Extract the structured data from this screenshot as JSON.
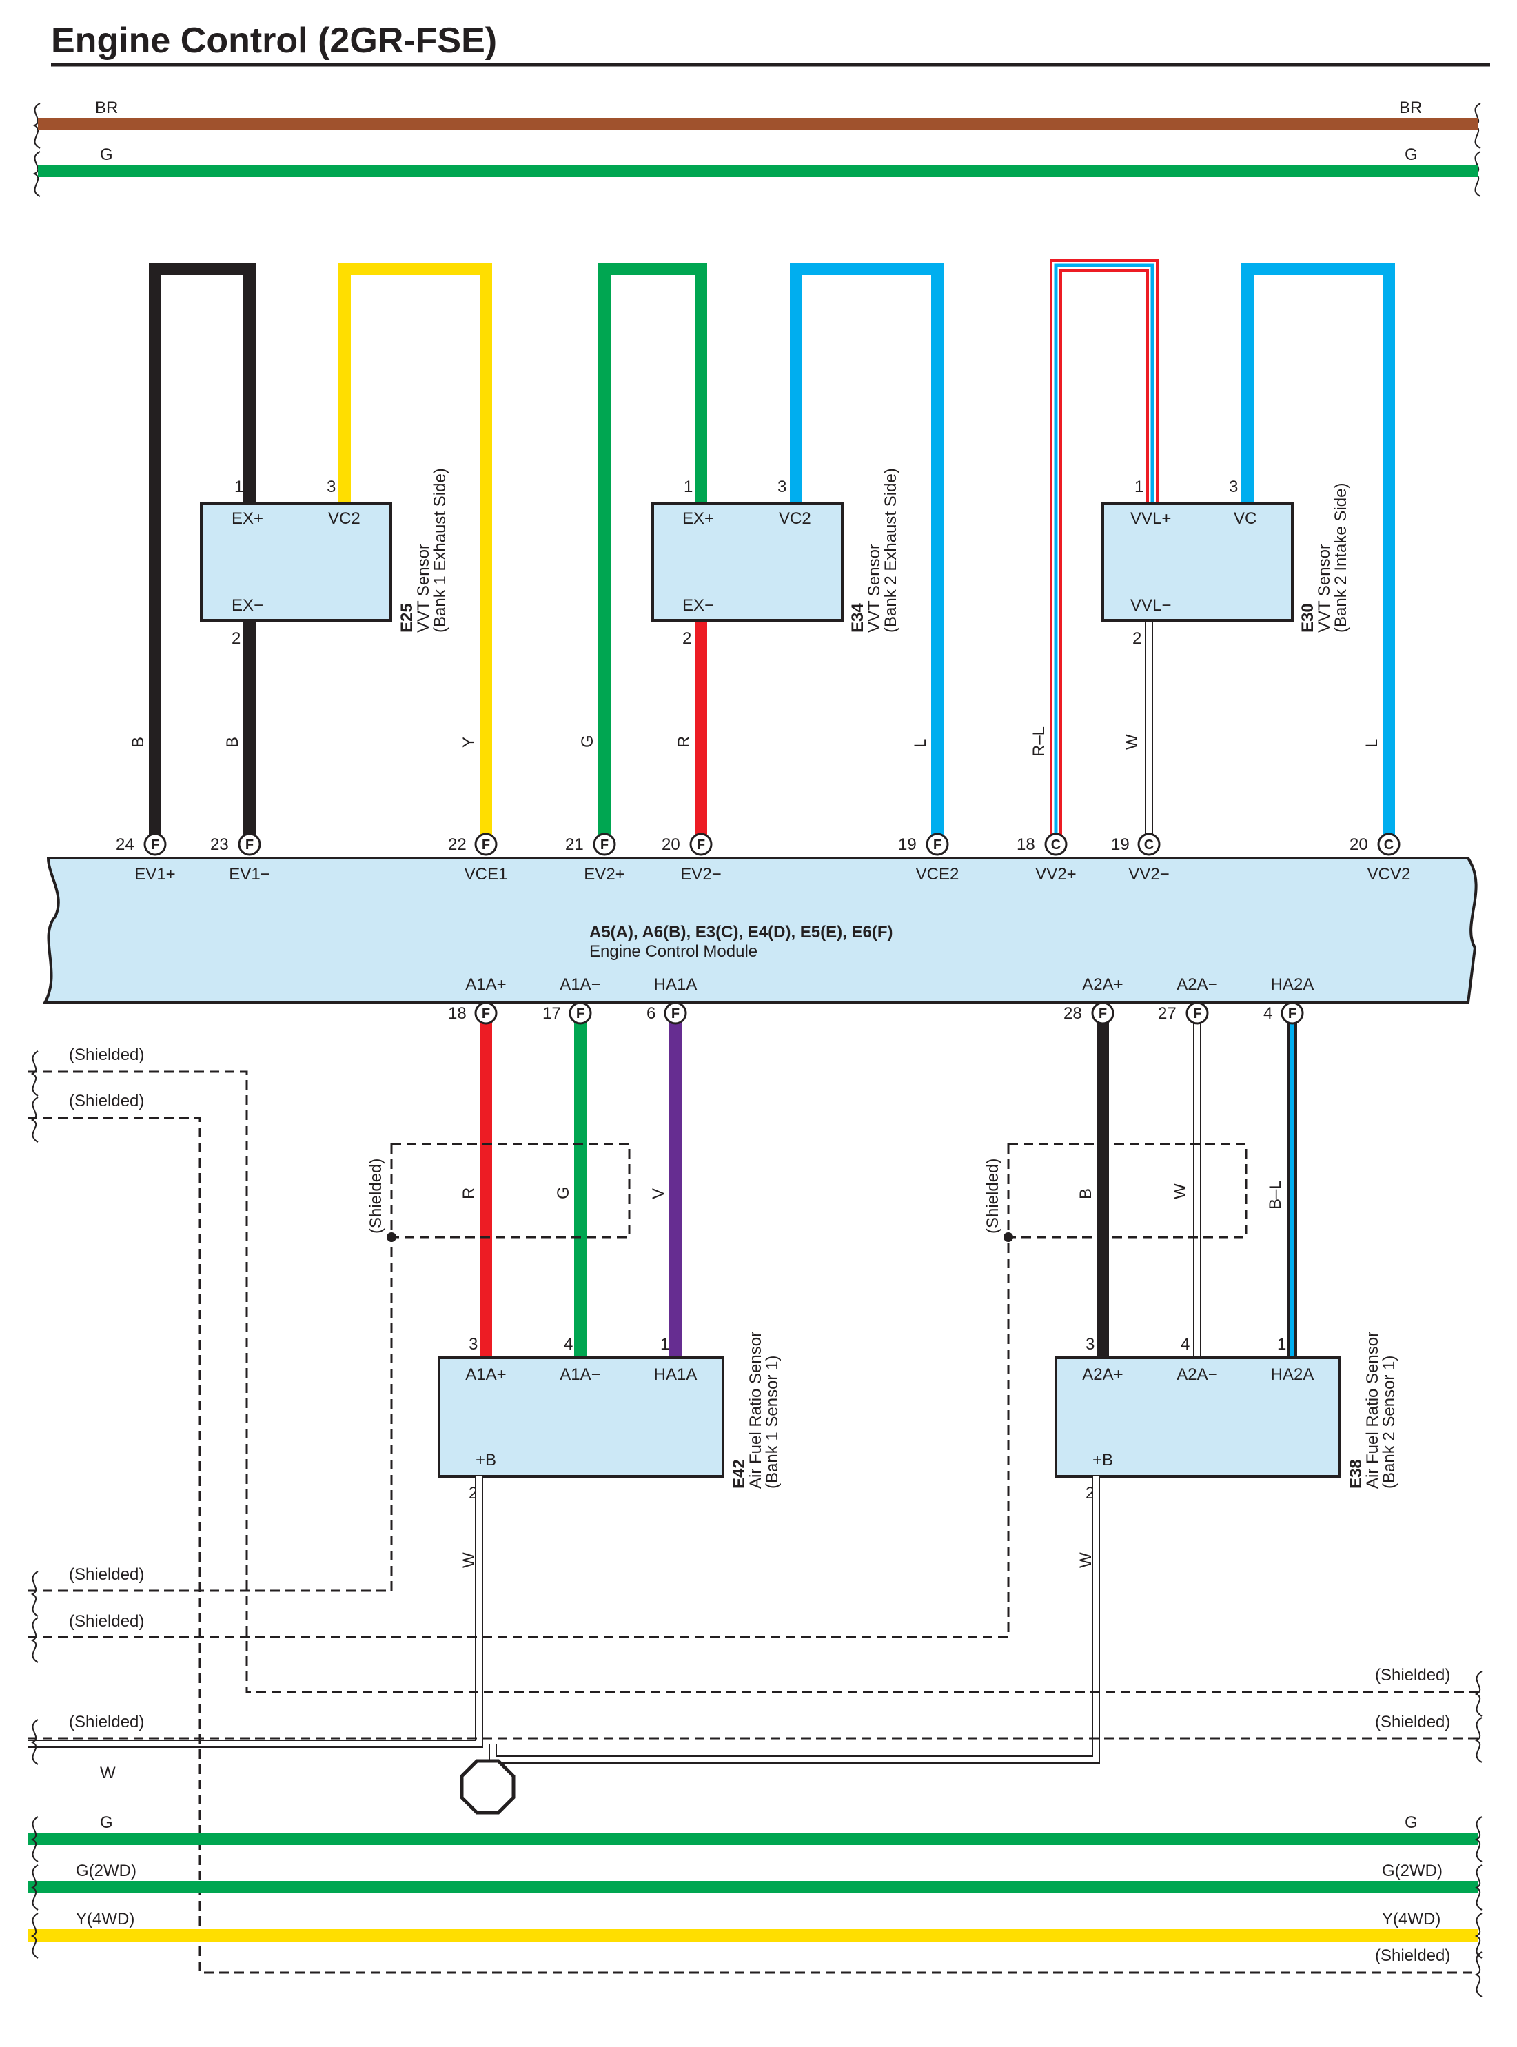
{
  "title": "Engine Control (2GR-FSE)",
  "colors": {
    "BR": "#a0522d",
    "G": "#00a651",
    "B": "#231f20",
    "Y": "#ffde00",
    "R": "#ed1c24",
    "L": "#00aeef",
    "V": "#662d91",
    "W": "#ffffff",
    "module_fill": "#cce8f6"
  },
  "top_wires": {
    "br": "BR",
    "g": "G"
  },
  "ecm": {
    "connectors": "A5(A), A6(B), E3(C), E4(D), E5(E), E6(F)",
    "name": "Engine Control Module",
    "top_pins": [
      {
        "num": "24",
        "conn": "F",
        "label": "EV1+"
      },
      {
        "num": "23",
        "conn": "F",
        "label": "EV1−"
      },
      {
        "num": "22",
        "conn": "F",
        "label": "VCE1"
      },
      {
        "num": "21",
        "conn": "F",
        "label": "EV2+"
      },
      {
        "num": "20",
        "conn": "F",
        "label": "EV2−"
      },
      {
        "num": "19",
        "conn": "F",
        "label": "VCE2"
      },
      {
        "num": "18",
        "conn": "C",
        "label": "VV2+"
      },
      {
        "num": "19",
        "conn": "C",
        "label": "VV2−"
      },
      {
        "num": "20",
        "conn": "C",
        "label": "VCV2"
      }
    ],
    "bottom_pins": [
      {
        "num": "18",
        "conn": "F",
        "label": "A1A+"
      },
      {
        "num": "17",
        "conn": "F",
        "label": "A1A−"
      },
      {
        "num": "6",
        "conn": "F",
        "label": "HA1A"
      },
      {
        "num": "28",
        "conn": "F",
        "label": "A2A+"
      },
      {
        "num": "27",
        "conn": "F",
        "label": "A2A−"
      },
      {
        "num": "4",
        "conn": "F",
        "label": "HA2A"
      }
    ]
  },
  "vvt_sensors": [
    {
      "code": "E25",
      "name": "VVT Sensor",
      "desc": "(Bank 1 Exhaust Side)",
      "pins": [
        {
          "num": "1",
          "label": "EX+"
        },
        {
          "num": "3",
          "label": "VC2"
        },
        {
          "num": "2",
          "label": "EX−"
        }
      ]
    },
    {
      "code": "E34",
      "name": "VVT Sensor",
      "desc": "(Bank 2 Exhaust Side)",
      "pins": [
        {
          "num": "1",
          "label": "EX+"
        },
        {
          "num": "3",
          "label": "VC2"
        },
        {
          "num": "2",
          "label": "EX−"
        }
      ]
    },
    {
      "code": "E30",
      "name": "VVT Sensor",
      "desc": "(Bank 2 Intake Side)",
      "pins": [
        {
          "num": "1",
          "label": "VVL+"
        },
        {
          "num": "3",
          "label": "VC"
        },
        {
          "num": "2",
          "label": "VVL−"
        }
      ]
    }
  ],
  "upper_wire_colors": [
    "B",
    "B",
    "Y",
    "G",
    "R",
    "L",
    "R–L",
    "W",
    "L"
  ],
  "af_sensors": [
    {
      "code": "E42",
      "name": "Air Fuel Ratio Sensor",
      "desc": "(Bank 1 Sensor 1)",
      "pins": [
        {
          "num": "3",
          "label": "A1A+"
        },
        {
          "num": "4",
          "label": "A1A−"
        },
        {
          "num": "1",
          "label": "HA1A"
        },
        {
          "num": "2",
          "label": "+B"
        }
      ],
      "wires": [
        "R",
        "G",
        "V",
        "W"
      ]
    },
    {
      "code": "E38",
      "name": "Air Fuel Ratio Sensor",
      "desc": "(Bank 2 Sensor 1)",
      "pins": [
        {
          "num": "3",
          "label": "A2A+"
        },
        {
          "num": "4",
          "label": "A2A−"
        },
        {
          "num": "1",
          "label": "HA2A"
        },
        {
          "num": "2",
          "label": "+B"
        }
      ],
      "wires": [
        "B",
        "W",
        "B–L",
        "W"
      ]
    }
  ],
  "shielded": "(Shielded)",
  "bottom_wires": {
    "w": "W",
    "g": "G",
    "g2wd": "G(2WD)",
    "y4wd": "Y(4WD)"
  }
}
